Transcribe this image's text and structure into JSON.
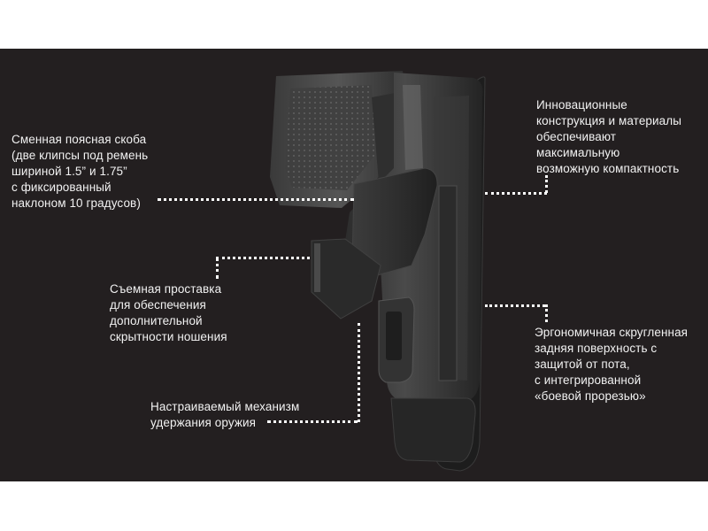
{
  "callouts": {
    "belt_clip": {
      "lines": [
        "Сменная поясная скоба",
        "(две клипсы под ремень",
        "шириной 1.5” и 1.75”",
        "с фиксированный",
        "наклоном 10 градусов)"
      ]
    },
    "innovative": {
      "lines": [
        "Инновационные",
        "конструкция и материалы",
        "обеспечивают",
        "максимальную",
        "возможную компактность"
      ]
    },
    "spacer": {
      "lines": [
        "Съемная проставка",
        "для обеспечения",
        "дополнительной",
        "скрытности ношения"
      ]
    },
    "ergonomic": {
      "lines": [
        "Эргономичная скругленная",
        "задняя поверхность с",
        "защитой от пота,",
        "с интегрированной",
        "«боевой прорезью»"
      ]
    },
    "retention": {
      "lines": [
        "Настраиваемый механизм",
        "удержания оружия"
      ]
    }
  },
  "colors": {
    "background": "#231f20",
    "frame": "#ffffff",
    "text": "#f2f2f2",
    "leader": "#ffffff"
  }
}
